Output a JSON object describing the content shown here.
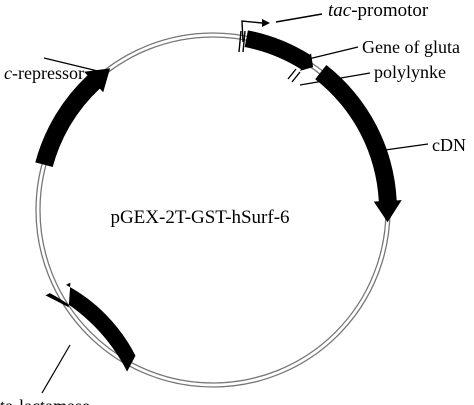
{
  "plasmid": {
    "name": "pGEX-2T-GST-hSurf-6"
  },
  "labels": {
    "tac_italic": "tac",
    "tac_rest": "-promotor",
    "gene_glut": "Gene of gluta",
    "polylinker": "polylynke",
    "cdna": "cDN",
    "repressor_italic": "c",
    "repressor_rest": "-repressor",
    "lactamase": "ta-lactamase"
  },
  "colors": {
    "ring": "#777777",
    "feature": "#000000",
    "text": "#000000"
  }
}
